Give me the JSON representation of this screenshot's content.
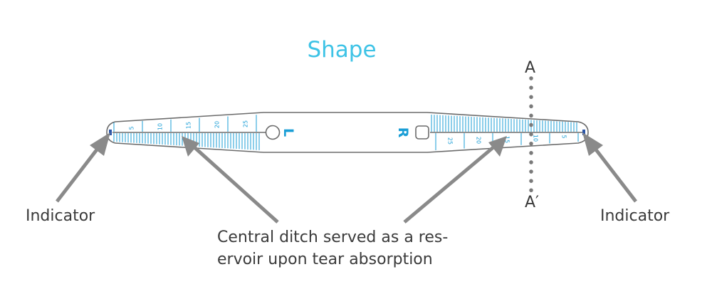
{
  "title": "Shape",
  "side_labels": {
    "left": "L",
    "right": "R"
  },
  "indicator_left": "Indicator",
  "indicator_right": "Indicator",
  "central_ditch_line1": "Central ditch served as a res-",
  "central_ditch_line2": "ervoir upon tear absorption",
  "section_top": "A",
  "section_bottom": "A′",
  "left_scale": [
    "5",
    "10",
    "15",
    "20",
    "25"
  ],
  "right_scale": [
    "25",
    "20",
    "15",
    "10",
    "5"
  ],
  "colors": {
    "accent": "#3ec3e6",
    "scale_blue": "#1a9ed6",
    "outline": "#6b6b6b",
    "arrow": "#8a8a8a",
    "indicator": "#2b56a8"
  }
}
